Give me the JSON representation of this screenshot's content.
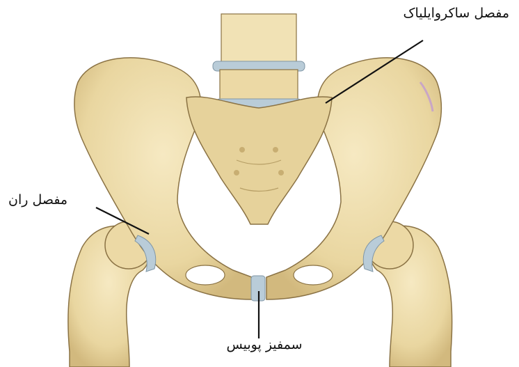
{
  "labels": {
    "sacroiliac_joint": "مفصل ساکروایلیاک",
    "hip_joint": "مفصل ران",
    "pubic_symphysis": "سمفیز پوبیس"
  },
  "colors": {
    "bone": "#eddcaa",
    "bone_shadow": "#cdb57a",
    "cartilage": "#b9ccd8",
    "outline": "#8a7244",
    "leader": "#111111"
  }
}
